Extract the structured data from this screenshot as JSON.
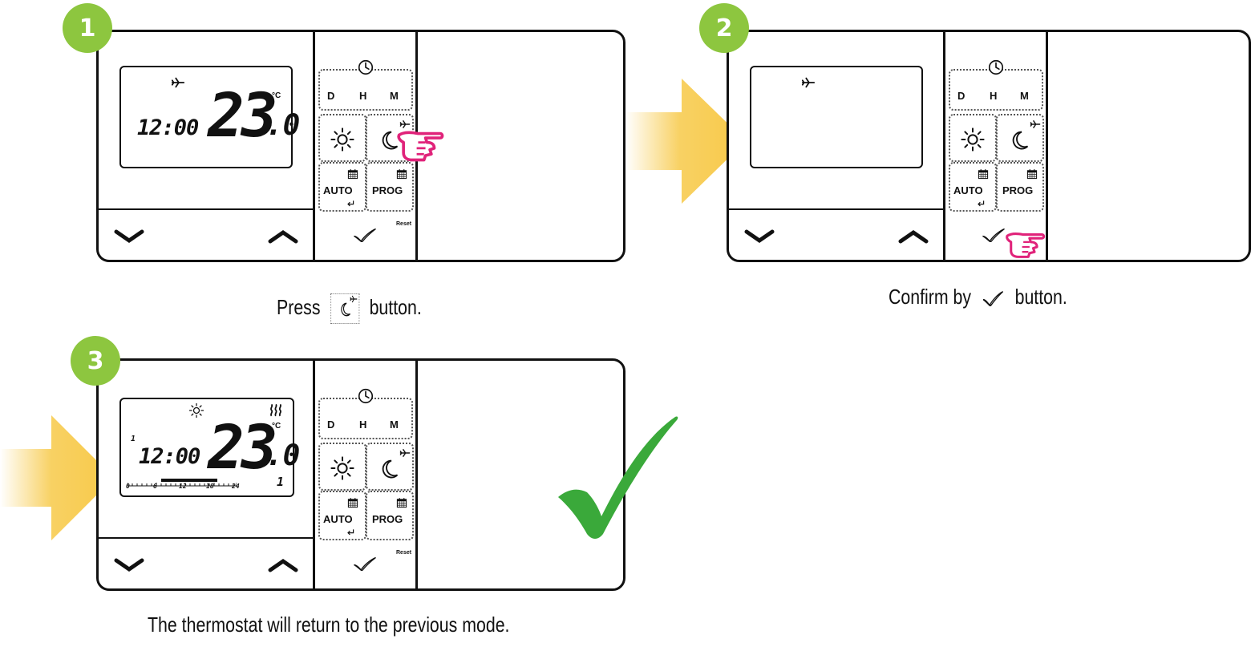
{
  "steps": [
    {
      "number": "1",
      "lcd": {
        "time": "12:00",
        "temp_int": "23",
        "temp_dec": ".0",
        "unit": "°C",
        "blank": false,
        "away_icon": true
      },
      "buttons": {
        "days": "D",
        "hours": "H",
        "minutes": "M",
        "auto": "AUTO",
        "prog": "PROG",
        "reset": "Reset"
      },
      "caption_before": "Press",
      "caption_after": "button."
    },
    {
      "number": "2",
      "lcd": {
        "blank": true,
        "away_icon": true
      },
      "buttons": {
        "days": "D",
        "hours": "H",
        "minutes": "M",
        "auto": "AUTO",
        "prog": "PROG"
      },
      "caption_before": "Confirm by",
      "caption_after": "button."
    },
    {
      "number": "3",
      "lcd": {
        "time": "12:00",
        "temp_int": "23",
        "temp_dec": ".0",
        "unit": "°C",
        "blank": false,
        "sun_icon": true,
        "heat_icon": true,
        "prog_left": "1",
        "prog_right": "1",
        "scale": [
          "0",
          "6",
          "12",
          "18",
          "24"
        ]
      },
      "buttons": {
        "days": "D",
        "hours": "H",
        "minutes": "M",
        "auto": "AUTO",
        "prog": "PROG",
        "reset": "Reset"
      },
      "caption": "The thermostat will return to the previous mode."
    }
  ],
  "colors": {
    "badge": "#8dc63f",
    "check": "#3aa93a",
    "hand": "#e0237a",
    "arrow": "#f7c948"
  }
}
